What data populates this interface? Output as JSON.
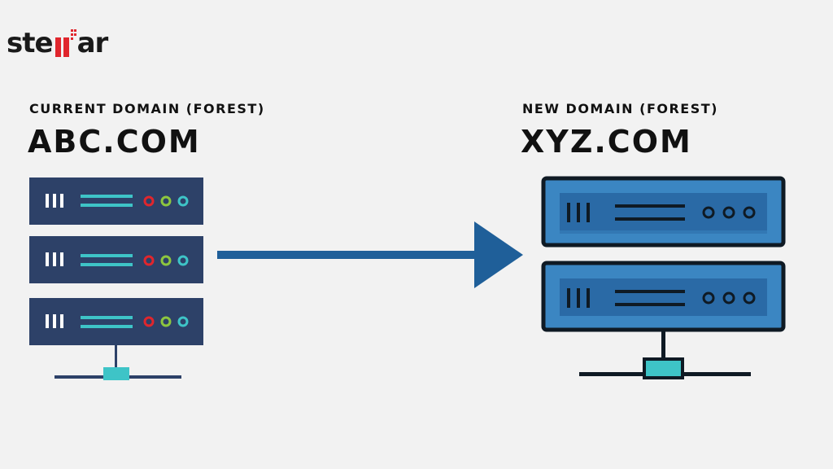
{
  "brand": {
    "logo_prefix": "ste",
    "logo_suffix": "ar",
    "logo_color": "#1a1a1a",
    "logo_accent_color": "#e0262d"
  },
  "source": {
    "subtitle": "CURRENT DOMAIN (FOREST)",
    "title": "ABC.COM",
    "server_units": 3,
    "unit_color": "#2d4168",
    "stripe_color": "#3ec4c7",
    "led_colors": [
      "#e0262d",
      "#8dc63f",
      "#3ec4c7"
    ]
  },
  "arrow": {
    "color": "#1f5f99",
    "direction": "right"
  },
  "target": {
    "subtitle": "NEW DOMAIN (FOREST)",
    "title": "XYZ.COM",
    "server_units": 2,
    "unit_color": "#3b86c2",
    "unit_shade_color": "#2a6aa6",
    "outline_color": "#0f1a24",
    "connector_color": "#3ec4c7"
  }
}
